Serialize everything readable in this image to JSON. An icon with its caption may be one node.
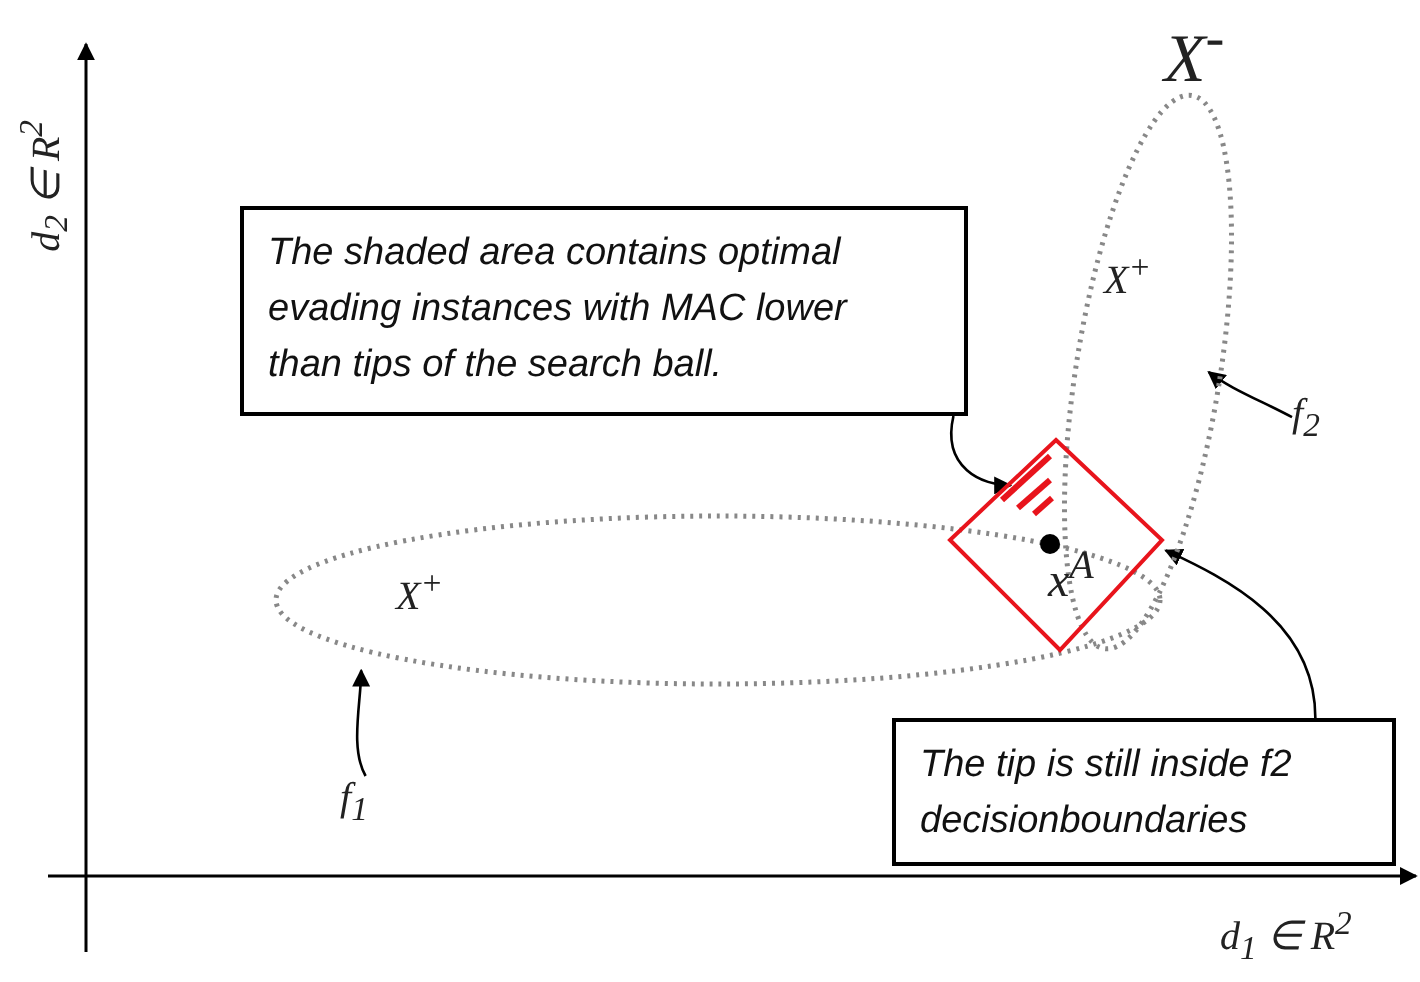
{
  "diagram": {
    "nodes": [
      {
        "text": [
          "The shaded area contains optimal evading instances with MAC lower than tips of the search ball."
        ]
      },
      {
        "text": [
          "X$^{+}$"
        ]
      },
      {
        "text": [
          "f$_{2}$"
        ]
      },
      {
        "text": [
          "X$^{+}$"
        ]
      },
      {
        "text": [
          "x$^{A}$"
        ]
      },
      {
        "text": [],
        "shape": "triangle",
        "in": 4
      },
      {
        "text": [
          "The tip is still inside f2 decisionboundaries"
        ]
      },
      {
        "text": [
          "f$_{1}$"
        ]
      }
    ],
    "edges": [
      {
        "from": 0,
        "to": 5,
        "arrow": "to"
      },
      {
        "from": 2,
        "to": 1,
        "arrow": "to"
      },
      {
        "from": 7,
        "to": 3,
        "arrow": "to"
      },
      {
        "from": 6,
        "to": 4,
        "arrow": "to"
      }
    ],
    "labels": [
      "X$^{-}$",
      "d$_{2}$ ∈ R$^{2}$",
      "d$_{1}$ ∈ R$^{2}$"
    ]
  }
}
